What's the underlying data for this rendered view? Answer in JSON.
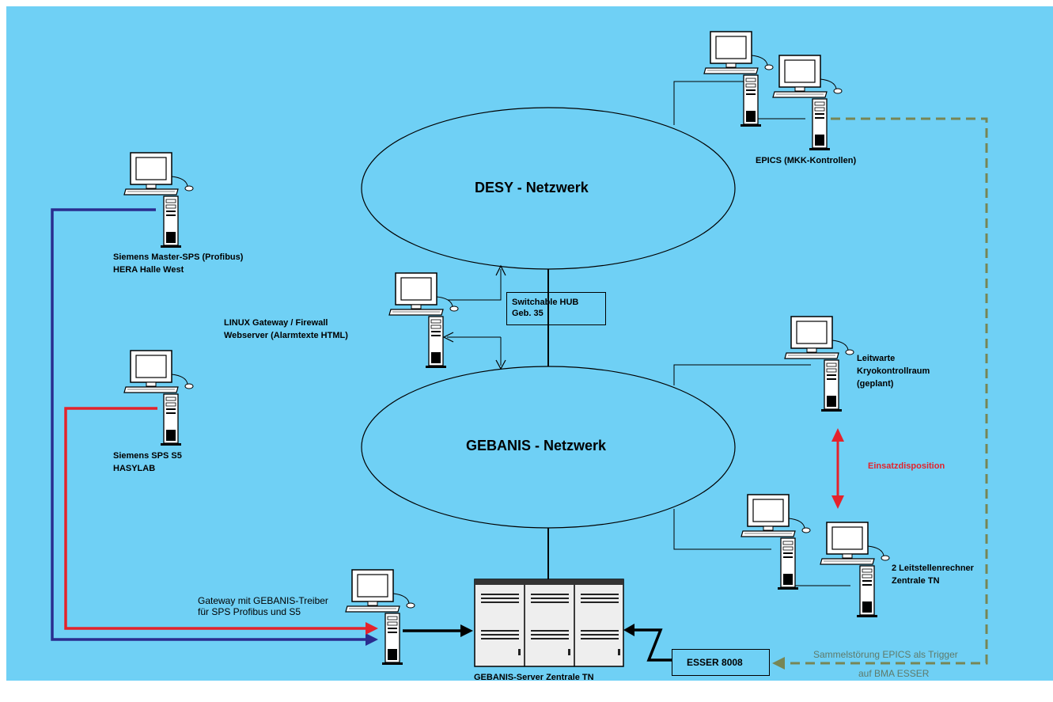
{
  "colors": {
    "background": "#6fd0f5",
    "frame": "#ffffff",
    "profibus_line": "#2a2d8f",
    "s5_line": "#e4222b",
    "esser_dashed": "#778655",
    "esser_text": "#5e7a6a",
    "einsatz": "#e4222b"
  },
  "networks": {
    "desy": "DESY - Netzwerk",
    "gebanis": "GEBANIS - Netzwerk"
  },
  "hub": {
    "line1": "Switchable HUB",
    "line2": "Geb. 35"
  },
  "esser_box": "ESSER 8008",
  "nodes": {
    "epics": "EPICS (MKK-Kontrollen)",
    "master_sps_1": "Siemens Master-SPS (Profibus)",
    "master_sps_2": "HERA Halle West",
    "linux_1": "LINUX Gateway / Firewall",
    "linux_2": "Webserver (Alarmtexte HTML)",
    "sps_s5_1": "Siemens SPS S5",
    "sps_s5_2": "HASYLAB",
    "leitwarte_1": "Leitwarte",
    "leitwarte_2": "Kryokontrollraum",
    "leitwarte_3": "(geplant)",
    "einsatz": "Einsatzdisposition",
    "leitstellen_1": "2 Leitstellenrechner",
    "leitstellen_2": "Zentrale TN",
    "gateway_1": "Gateway mit GEBANIS-Treiber",
    "gateway_2": "für SPS Profibus und S5",
    "server": "GEBANIS-Server Zentrale TN",
    "sammel_1": "Sammelstörung EPICS als Trigger",
    "sammel_2": "auf BMA ESSER"
  },
  "icons": [
    "workstation-icon",
    "server-cabinet-icon"
  ]
}
